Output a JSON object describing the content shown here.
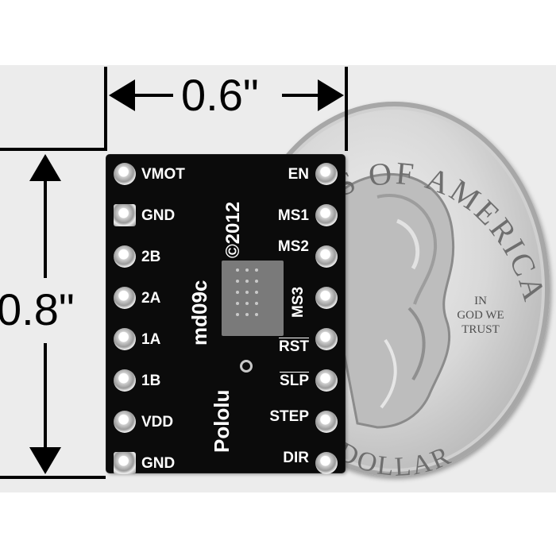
{
  "dimensions": {
    "width_label": "0.6\"",
    "height_label": "0.8\""
  },
  "coin": {
    "top_text": "STATES OF AMERICA",
    "motto_line1": "IN",
    "motto_line2": "GOD WE",
    "motto_line3": "TRUST",
    "bottom_text": "R DOLLAR"
  },
  "board": {
    "left_pins": [
      "VMOT",
      "GND",
      "2B",
      "2A",
      "1A",
      "1B",
      "VDD",
      "GND"
    ],
    "right_pins": [
      "EN",
      "MS1",
      "MS2",
      "MS3",
      "RST",
      "SLP",
      "STEP",
      "DIR"
    ],
    "brand": "Pololu",
    "model": "md09c",
    "copyright": "©2012"
  },
  "colors": {
    "board": "#0b0b0b",
    "pin_metal": "#cfcfcf",
    "coin_silver": "#c8c8c8",
    "background": "#ececec"
  }
}
